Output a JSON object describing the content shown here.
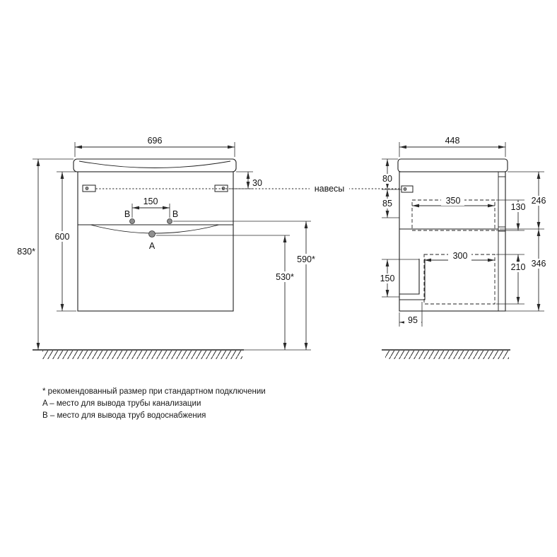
{
  "page": {
    "bg": "#ffffff",
    "ink": "#1f1f1f"
  },
  "annotations": {
    "hangers_label": "навесы",
    "point_a": "A",
    "point_b_left": "B",
    "point_b_right": "B"
  },
  "front_view": {
    "width_mm": "696",
    "cabinet_height_mm": "600",
    "mount_height_mm": "830*",
    "water_outlets_spacing_mm": "150",
    "hanger_offset_mm": "30",
    "water_outlet_height_mm": "590*",
    "drain_height_mm": "530*"
  },
  "side_view": {
    "depth_mm": "448",
    "top_to_hanger_mm": "80",
    "hanger_gap_mm": "85",
    "upper_drawer_depth_mm": "350",
    "upper_drawer_height_mm": "130",
    "upper_front_height_mm": "246",
    "lower_drawer_depth_mm": "300",
    "lower_drawer_height_mm": "210",
    "lower_front_height_mm": "346",
    "drain_zone_height_mm": "150",
    "drain_offset_mm": "95"
  },
  "footnotes": {
    "size_note": "* рекомендованный размер при стандартном подключении",
    "a_note": "A – место для вывода трубы канализации",
    "b_note": "B – место для вывода труб водоснабжения"
  }
}
